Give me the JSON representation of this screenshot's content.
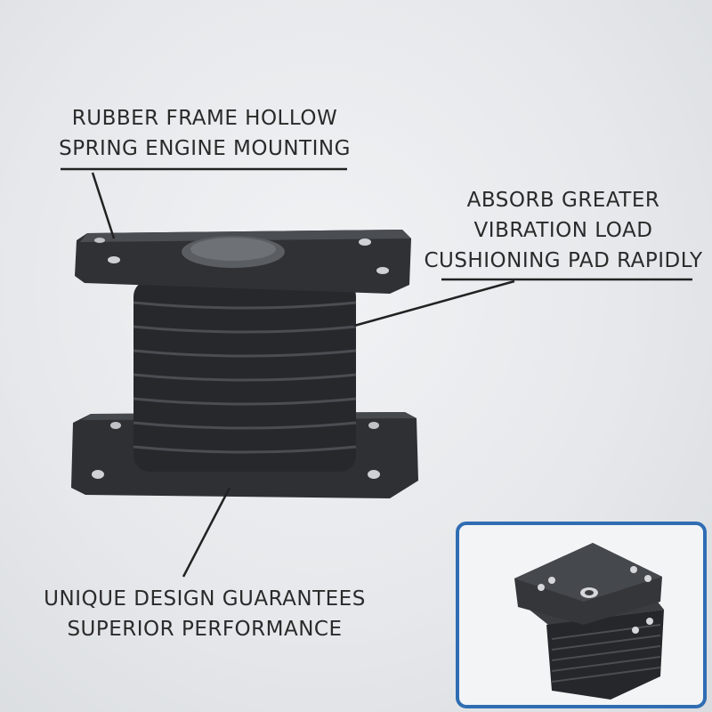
{
  "callouts": {
    "top": {
      "line1": "RUBBER FRAME HOLLOW",
      "line2": "SPRING ENGINE MOUNTING"
    },
    "right": {
      "line1": "ABSORB GREATER",
      "line2": "VIBRATION LOAD",
      "line3": "CUSHIONING PAD RAPIDLY"
    },
    "bottom": {
      "line1": "UNIQUE DESIGN GUARANTEES",
      "line2": "SUPERIOR PERFORMANCE"
    }
  },
  "colors": {
    "inset_border": "#2f6db3",
    "rubber": "#2b2d30",
    "background": "#e6e8eb"
  }
}
